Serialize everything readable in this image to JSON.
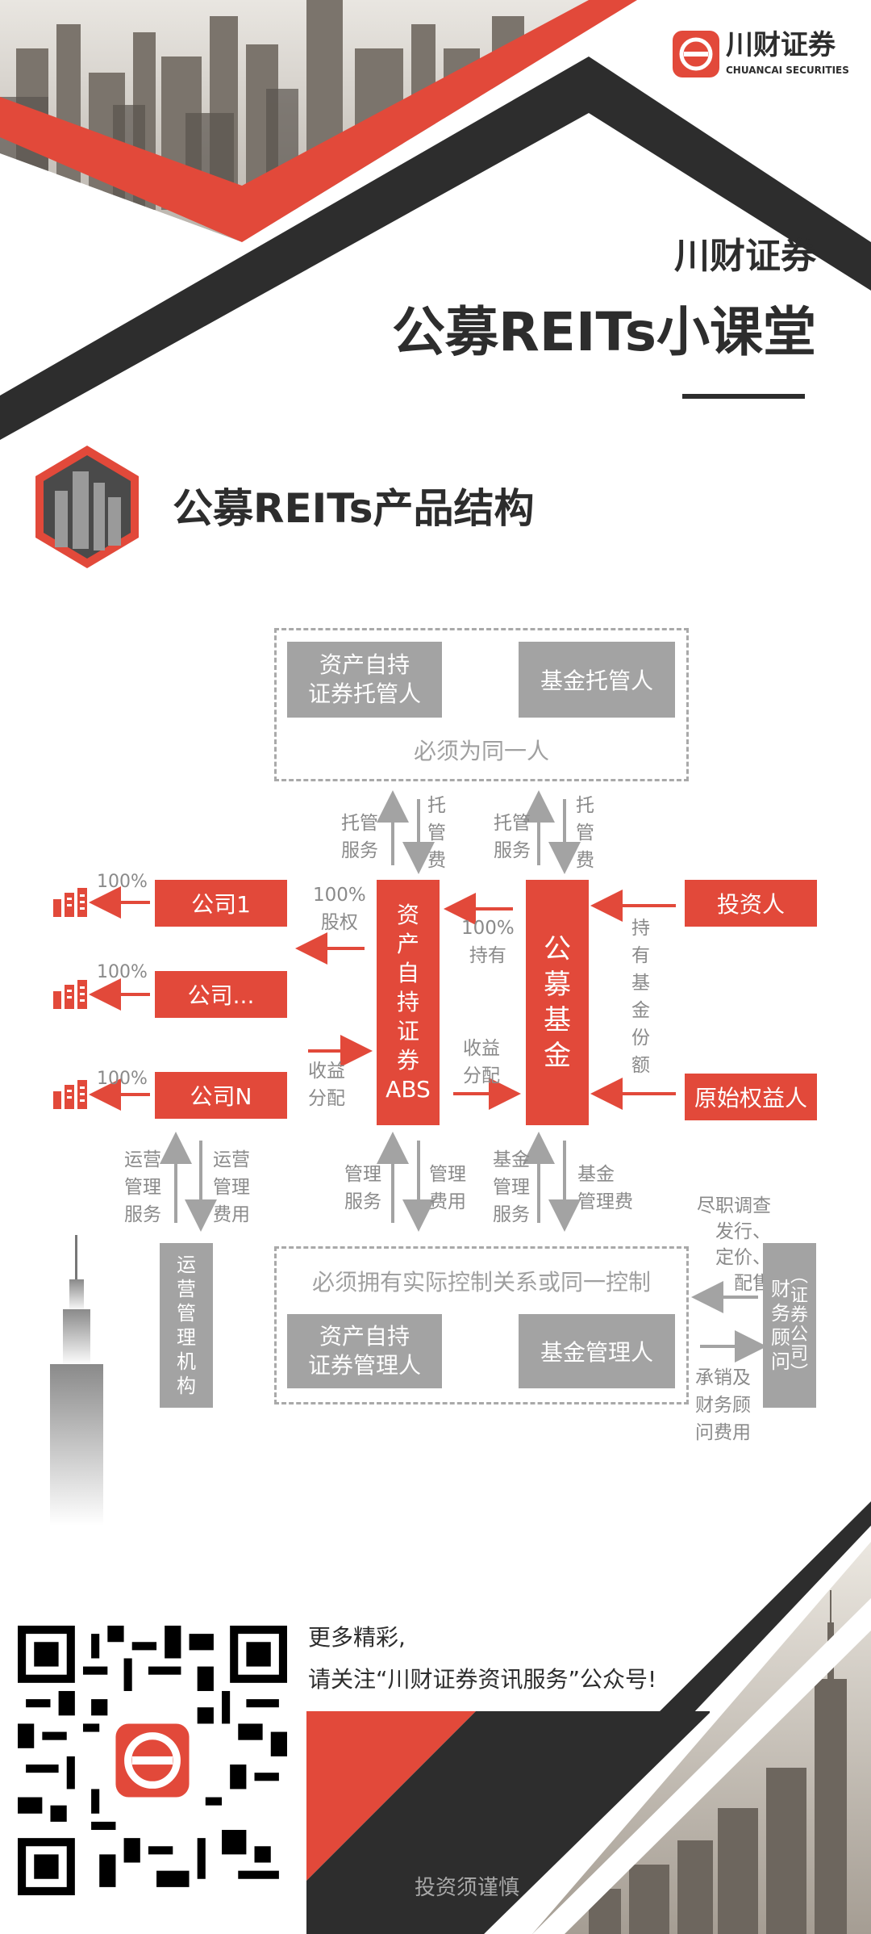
{
  "brand": {
    "name": "川财证券",
    "sub": "CHUANCAI SECURITIES"
  },
  "header": {
    "kicker": "川财证券",
    "title": "公募REITs小课堂"
  },
  "section": {
    "title": "公募REITs产品结构"
  },
  "diagram": {
    "asset_custodian": "资产自持\n证券托管人",
    "fund_custodian": "基金托管人",
    "same_person_note": "必须为同一人",
    "custody_service": "托管\n服务",
    "custody_fee": "托\n管\n费",
    "company1": "公司1",
    "company_dots": "公司...",
    "companyN": "公司N",
    "pct100": "100%",
    "equity_pct": "100%\n股权",
    "abs_box": "资\n产\n自\n持\n证\n券\nABS",
    "hold_pct": "100%\n持有",
    "fund_box": "公\n募\n基\n金",
    "investor": "投资人",
    "hold_fund_share": "持\n有\n基\n金\n份\n额",
    "original_owner": "原始权益人",
    "income_dist": "收益\n分配",
    "ops_service": "运营\n管理\n服务",
    "ops_fee": "运营\n管理\n费用",
    "mgmt_service": "管理\n服务",
    "mgmt_fee": "管理\n费用",
    "fund_mgmt_service": "基金\n管理\n服务",
    "fund_mgmt_fee": "基金\n管理费",
    "ops_org": "运\n营\n管\n理\n机\n构",
    "control_note": "必须拥有实际控制关系或同一控制",
    "asset_manager": "资产自持\n证券管理人",
    "fund_manager": "基金管理人",
    "dd_note": "尽职调查\n发行、\n定价、\n配售",
    "advisor": "财\n务\n顾\n问",
    "advisor_side": "︵\n证\n券\n公\n司\n︶",
    "underwrite_note": "承销及\n财务顾\n问费用"
  },
  "footer": {
    "line1": "更多精彩,",
    "line2": "请关注“川财证券资讯服务”公众号!",
    "disclaimer": "投资须谨慎"
  },
  "colors": {
    "red": "#e2493a",
    "dark": "#2d2d2d",
    "grey": "#a3a3a3"
  }
}
